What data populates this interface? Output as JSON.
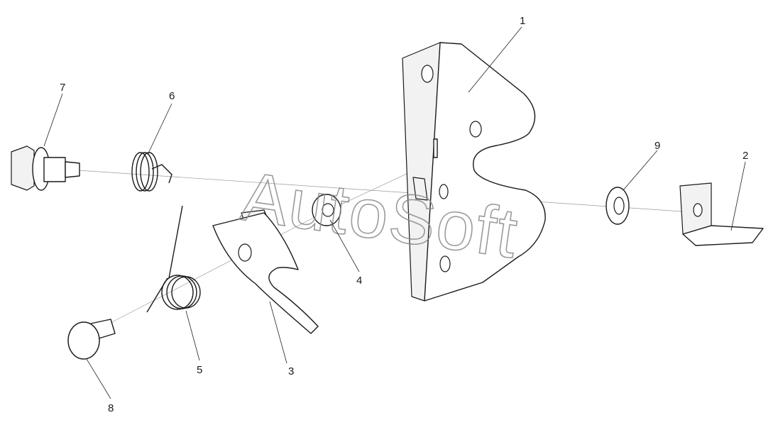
{
  "watermark": {
    "text": "AutoSoft"
  },
  "callouts": [
    {
      "id": "1",
      "label": "1"
    },
    {
      "id": "2",
      "label": "2"
    },
    {
      "id": "3",
      "label": "3"
    },
    {
      "id": "4",
      "label": "4"
    },
    {
      "id": "5",
      "label": "5"
    },
    {
      "id": "6",
      "label": "6"
    },
    {
      "id": "7",
      "label": "7"
    },
    {
      "id": "8",
      "label": "8"
    },
    {
      "id": "9",
      "label": "9"
    }
  ],
  "colors": {
    "line": "#1a1a1a",
    "axis": "#9a9a9a",
    "background": "#ffffff",
    "watermark": "#8a8a8a"
  }
}
